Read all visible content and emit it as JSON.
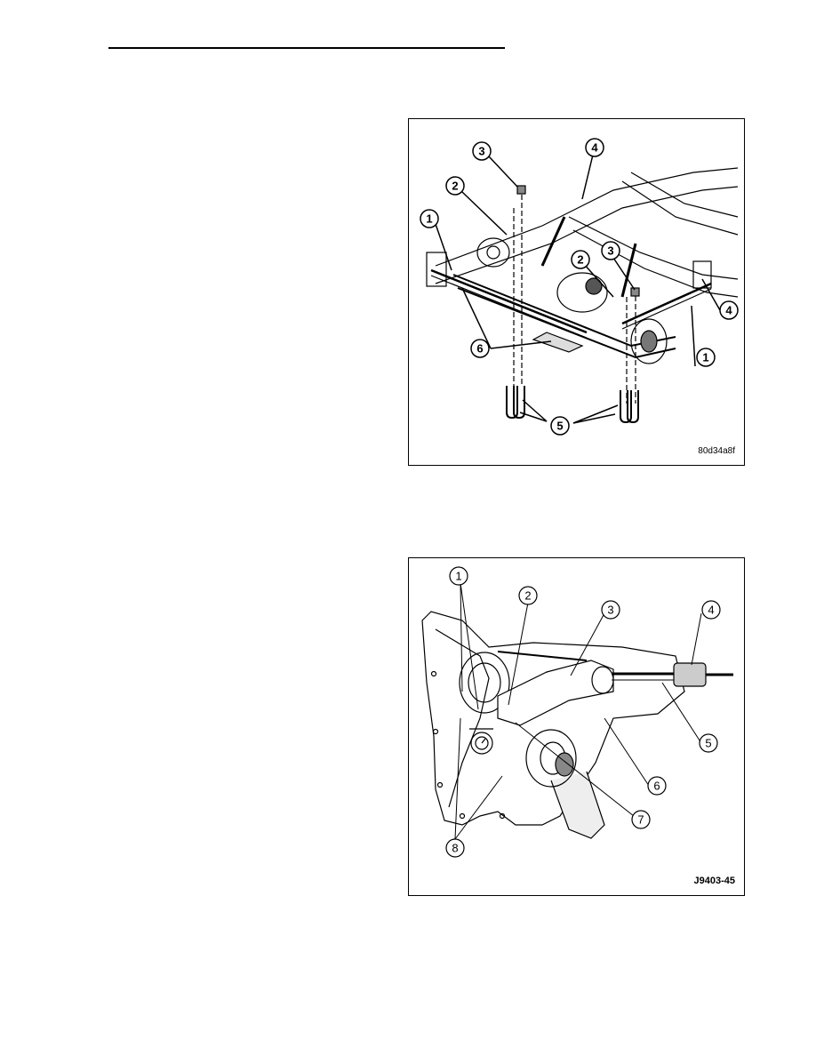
{
  "figure1": {
    "code": "80d34a8f",
    "callouts": [
      "1",
      "2",
      "3",
      "4",
      "2",
      "3",
      "1",
      "4",
      "6",
      "5"
    ]
  },
  "figure2": {
    "code": "J9403-45",
    "callouts": [
      "1",
      "2",
      "3",
      "4",
      "5",
      "6",
      "7",
      "8"
    ]
  }
}
